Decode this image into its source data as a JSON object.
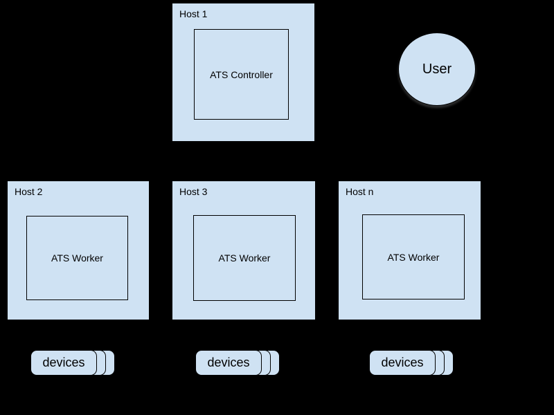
{
  "diagram": {
    "colors": {
      "background": "#000000",
      "node_fill": "#cfe2f3",
      "node_border": "#000000",
      "text": "#000000"
    },
    "controller_host": {
      "title": "Host 1",
      "component": "ATS Controller"
    },
    "user": {
      "label": "User"
    },
    "worker_hosts": [
      {
        "title": "Host 2",
        "component": "ATS Worker",
        "devices_label": "devices"
      },
      {
        "title": "Host 3",
        "component": "ATS Worker",
        "devices_label": "devices"
      },
      {
        "title": "Host n",
        "component": "ATS Worker",
        "devices_label": "devices"
      }
    ]
  }
}
